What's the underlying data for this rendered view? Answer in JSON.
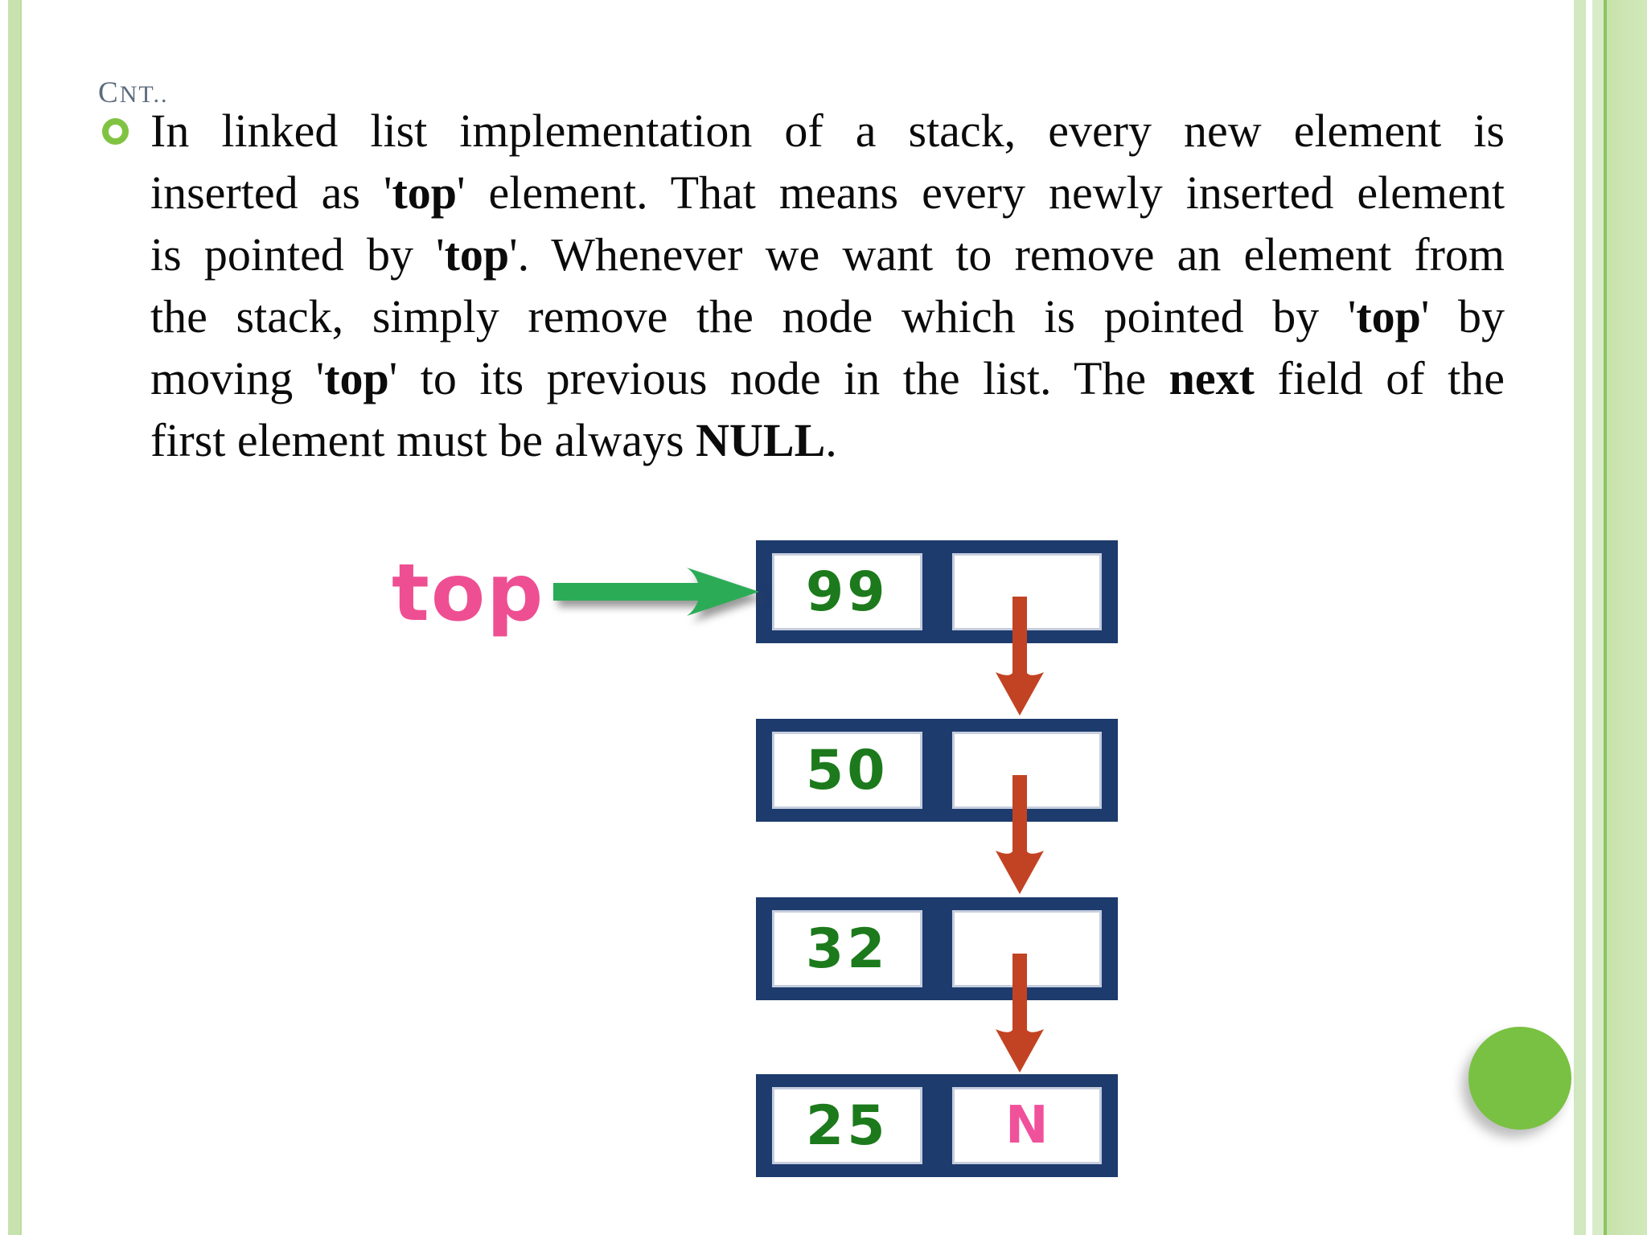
{
  "slide": {
    "title": "CNT..",
    "paragraph": {
      "lines": [
        {
          "justify": true,
          "segments": [
            {
              "t": "In linked list implementation of a stack, every new element is"
            }
          ]
        },
        {
          "justify": true,
          "segments": [
            {
              "t": "inserted as '"
            },
            {
              "t": "top",
              "b": true
            },
            {
              "t": "' element. That means every newly inserted element"
            }
          ]
        },
        {
          "justify": true,
          "segments": [
            {
              "t": "is pointed by '"
            },
            {
              "t": "top",
              "b": true
            },
            {
              "t": "'. Whenever we want to remove an element from"
            }
          ]
        },
        {
          "justify": true,
          "segments": [
            {
              "t": "the stack, simply remove the node which is pointed by '"
            },
            {
              "t": "top",
              "b": true
            },
            {
              "t": "' by"
            }
          ]
        },
        {
          "justify": true,
          "segments": [
            {
              "t": "moving '"
            },
            {
              "t": "top",
              "b": true
            },
            {
              "t": "' to its previous node in the list. The "
            },
            {
              "t": "next",
              "b": true
            },
            {
              "t": " field of the"
            }
          ]
        },
        {
          "justify": false,
          "segments": [
            {
              "t": "first element must be always "
            },
            {
              "t": "NULL",
              "b": true
            },
            {
              "t": "."
            }
          ]
        }
      ]
    },
    "diagram": {
      "top_label": "top",
      "nodes": [
        {
          "data": "99",
          "next": ""
        },
        {
          "data": "50",
          "next": ""
        },
        {
          "data": "32",
          "next": ""
        },
        {
          "data": "25",
          "next": "N"
        }
      ]
    },
    "colors": {
      "node_border_navy": "#1d3b6d",
      "node_value_green": "#1c7a1c",
      "top_label_pink": "#ee4f92",
      "null_marker_pink": "#f0519b",
      "green_arrow": "#2cab57",
      "red_arrow": "#c24323",
      "edge_stripe_green": "#c8e2af",
      "edge_stripe_dark_line": "#8cc55e",
      "decorative_circle_green": "#79c142",
      "bullet_ring_green": "#80c342",
      "title_gray": "#5d6b7c"
    },
    "icons": {
      "bullet": "ring-icon",
      "pointer": "right-arrow-icon",
      "next_link": "down-arrow-icon"
    }
  }
}
